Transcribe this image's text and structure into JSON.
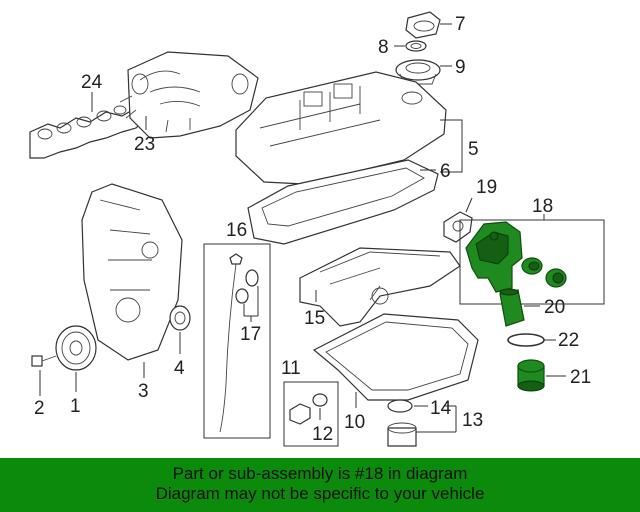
{
  "callouts": {
    "c1": "1",
    "c2": "2",
    "c3": "3",
    "c4": "4",
    "c5": "5",
    "c6": "6",
    "c7": "7",
    "c8": "8",
    "c9": "9",
    "c10": "10",
    "c11": "11",
    "c12": "12",
    "c13": "13",
    "c14": "14",
    "c15": "15",
    "c16": "16",
    "c17": "17",
    "c18": "18",
    "c19": "19",
    "c20": "20",
    "c21": "21",
    "c22": "22",
    "c23": "23",
    "c24": "24"
  },
  "banner": {
    "line1": "Part or sub-assembly is #18 in diagram",
    "line2": "Diagram may not be specific to your vehicle"
  },
  "colors": {
    "highlight": "#1f8a1f",
    "banner_bg": "#0b8a0b"
  }
}
